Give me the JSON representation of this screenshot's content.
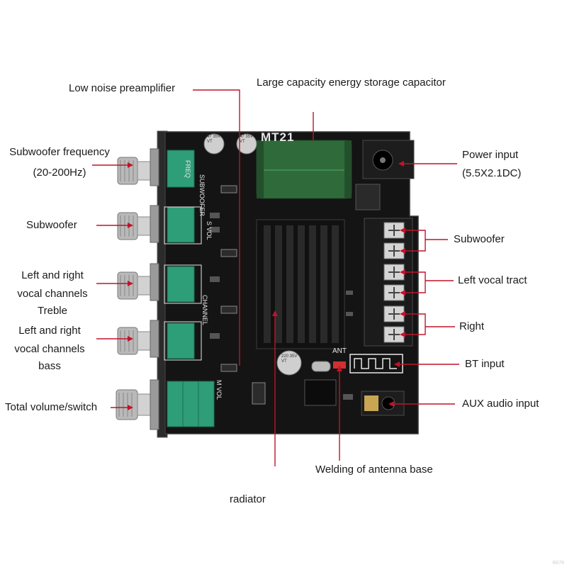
{
  "labels": {
    "preamp": "Low noise preamplifier",
    "capacitor": "Large capacity energy storage capacitor",
    "sub_freq_line1": "Subwoofer frequency",
    "sub_freq_line2": "(20-200Hz)",
    "subwoofer_knob": "Subwoofer",
    "treble_line1": "Left and right",
    "treble_line2": "vocal channels",
    "treble_line3": "Treble",
    "bass_line1": "Left and right",
    "bass_line2": "vocal channels",
    "bass_line3": "bass",
    "volume": "Total volume/switch",
    "power_line1": "Power input",
    "power_line2": "(5.5X2.1DC)",
    "subwoofer_out": "Subwoofer",
    "left_out": "Left vocal tract",
    "right_out": "Right",
    "bt": "BT input",
    "aux": "AUX audio input",
    "antenna": "Welding of antenna base",
    "radiator": "radiator"
  },
  "board": {
    "model": "MT21",
    "ant": "ANT",
    "silk_freq": "FREQ",
    "silk_subwoofer": "SUBWOOFER",
    "silk_s_vol": "S VOL",
    "silk_channel": "CHANNEL",
    "silk_m_vol": "M VOL",
    "cap_small": "47 35V VT",
    "cap_mid": "220 35V VT"
  },
  "watermark": "B878",
  "colors": {
    "board": "#141414",
    "silkscreen": "#e6e6e6",
    "potentiometer": "#2e9e78",
    "capacitor": "#2f6b3a",
    "leader_line": "#c0142a",
    "terminal": "#2a2a2a"
  }
}
